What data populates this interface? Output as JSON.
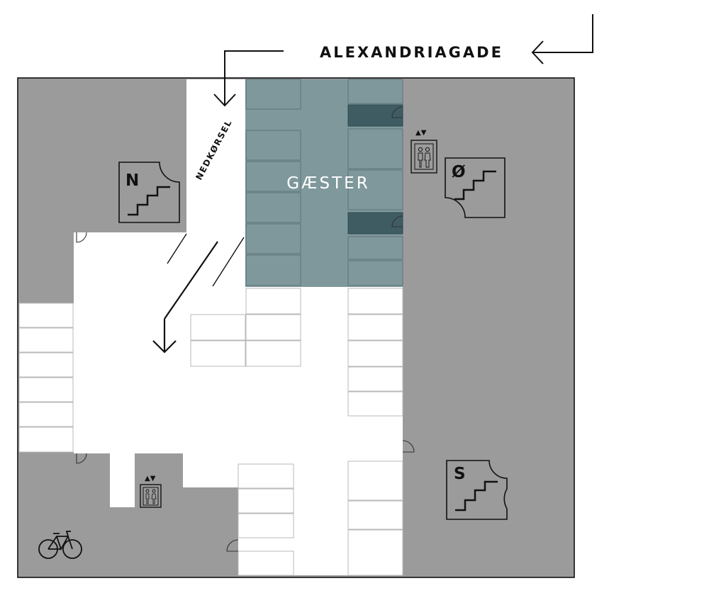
{
  "street": {
    "name": "ALEXANDRIAGADE"
  },
  "ramp": {
    "label": "NEDKØRSEL"
  },
  "guest_zone": {
    "label": "GÆSTER",
    "color": "#7f989c",
    "dark_spot_color": "#3f5c63"
  },
  "stairs": [
    {
      "id": "north",
      "letter": "N"
    },
    {
      "id": "east",
      "letter": "Ø"
    },
    {
      "id": "south",
      "letter": "S"
    }
  ],
  "elevators": [
    {
      "id": "east-elevator",
      "arrows": "▲▼"
    },
    {
      "id": "south-west-elevator",
      "arrows": "▲▼"
    }
  ],
  "icons": [
    "elevator-icon",
    "bicycle-icon",
    "stair-icon",
    "direction-arrow-icon"
  ],
  "colors": {
    "building": "#9b9b9b",
    "driving_area": "#ffffff",
    "wall": "#111111"
  }
}
